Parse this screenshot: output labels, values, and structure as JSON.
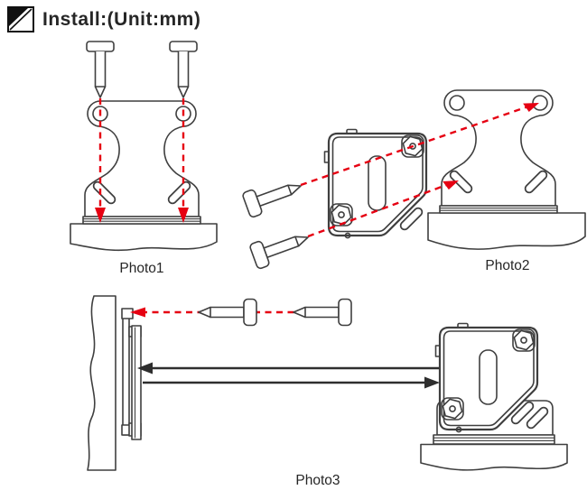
{
  "header": {
    "title": "Install:(Unit:mm)",
    "icon": "diagonal-square-marker"
  },
  "figures": [
    {
      "label": "Photo1",
      "depicts": "mounting bracket fastened to a surface by two vertical screws, red dashed arrows show screw direction"
    },
    {
      "label": "Photo2",
      "depicts": "sensor fixed onto the wall-mounted bracket with two screws, red dashed arrows show screw paths into bracket hole and slot"
    },
    {
      "label": "Photo3",
      "depicts": "reflector fastened to a wall with two screws, opposed black arrows show the beam path between sensor and reflector"
    }
  ],
  "colors": {
    "line": "#3f3f3f",
    "arrow_red": "#e60012",
    "beam_black": "#2e2e2e",
    "text": "#262626",
    "background": "#ffffff"
  }
}
